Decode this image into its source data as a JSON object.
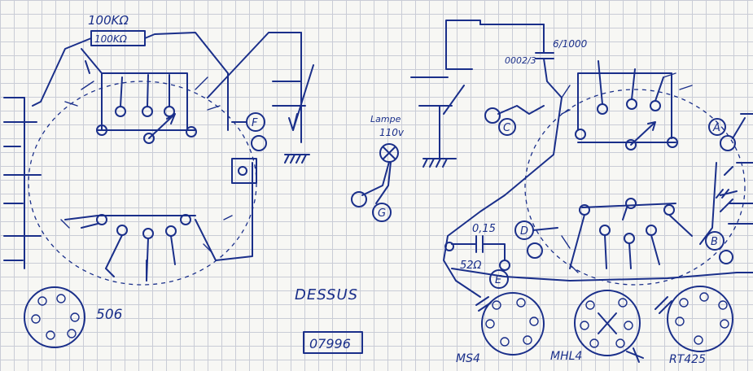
{
  "labels": {
    "resistor_value": "100KΩ",
    "resistor_marking": "100KΩ",
    "cap_top_value": "6/1000",
    "cap_top_left": "0002/3",
    "cap_bottom_value": "0,15",
    "resistor_bottom": "52Ω",
    "lamp_line1": "Lampe",
    "lamp_line2": "110v",
    "title": "DESSUS",
    "serial": "07996",
    "tube_506": "506",
    "tube_ms4": "MS4",
    "tube_mhl4": "MHL4",
    "tube_rt425": "RT425"
  },
  "terminals": {
    "a": "A",
    "b": "B",
    "c": "C",
    "d": "D",
    "e": "E",
    "f": "F",
    "g": "G"
  },
  "ink_color": "#1a2f8a"
}
